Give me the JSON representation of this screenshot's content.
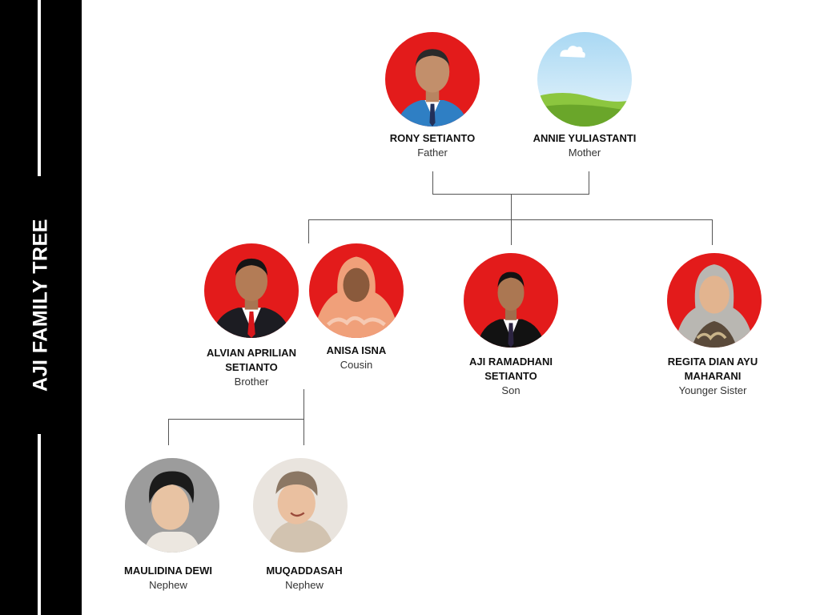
{
  "title": "AJI FAMILY TREE",
  "members": {
    "rony": {
      "name": "RONY SETIANTO",
      "role": "Father"
    },
    "annie": {
      "name": "ANNIE YULIASTANTI",
      "role": "Mother"
    },
    "alvian": {
      "name": "ALVIAN APRILIAN SETIANTO",
      "role": "Brother"
    },
    "anisa": {
      "name": "ANISA ISNA",
      "role": "Cousin"
    },
    "aji": {
      "name": "AJI RAMADHANI SETIANTO",
      "role": "Son"
    },
    "regita": {
      "name": "REGITA DIAN AYU MAHARANI",
      "role": "Younger Sister"
    },
    "maulidina": {
      "name": "MAULIDINA DEWI",
      "role": "Nephew"
    },
    "muqaddasah": {
      "name": "MUQADDASAH",
      "role": "Nephew"
    }
  },
  "colors": {
    "sidebar": "#000000",
    "photo_background": "#e31b1b",
    "connector": "#555555"
  }
}
